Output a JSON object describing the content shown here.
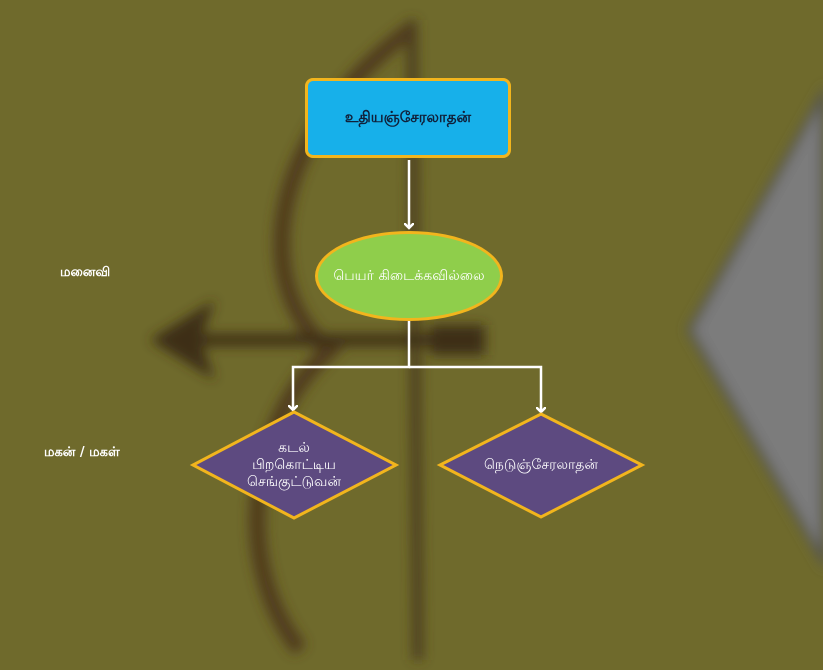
{
  "labels": {
    "wife": "மனைவி",
    "children": "மகன் / மகள்"
  },
  "nodes": {
    "father": "உதியஞ்சேரலாதன்",
    "wife_name": "பெயர் கிடைக்கவில்லை",
    "son1": "கடல் பிறகொட்டிய செங்குட்டுவன்",
    "son2": "நெடுஞ்சேரலாதன்"
  },
  "colors": {
    "background": "#6f6a2c",
    "rect_fill": "#17b0ea",
    "ellipse_fill": "#8fce4b",
    "diamond_fill": "#5d4a80",
    "border": "#f2b51d",
    "connector": "#ffffff"
  }
}
